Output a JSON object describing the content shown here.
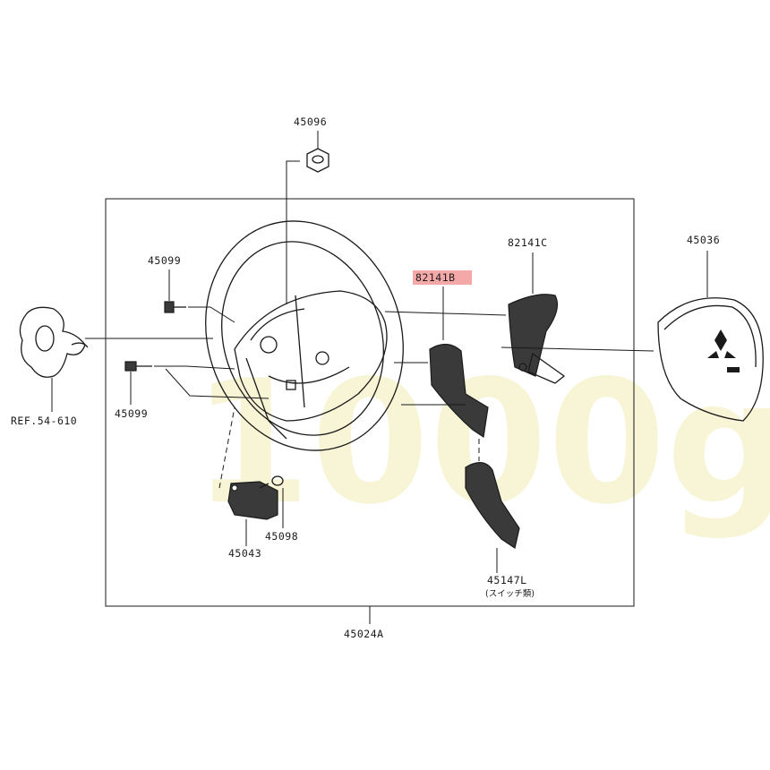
{
  "watermark": "1000g",
  "frame_label": "45024A",
  "labels": {
    "nut_top": "45096",
    "bolt_upper_left": "45099",
    "bolt_lower_left": "45099",
    "clock_spring_ref": "REF.54-610",
    "cover_lower": "45043",
    "screw_lower": "45098",
    "switch_right_upper": "82141C",
    "switch_highlighted": "82141B",
    "airbag": "45036",
    "paddle_switch": "45147L",
    "paddle_switch_note": "(スイッチ類)"
  },
  "highlight_color": "#f4a8a8"
}
